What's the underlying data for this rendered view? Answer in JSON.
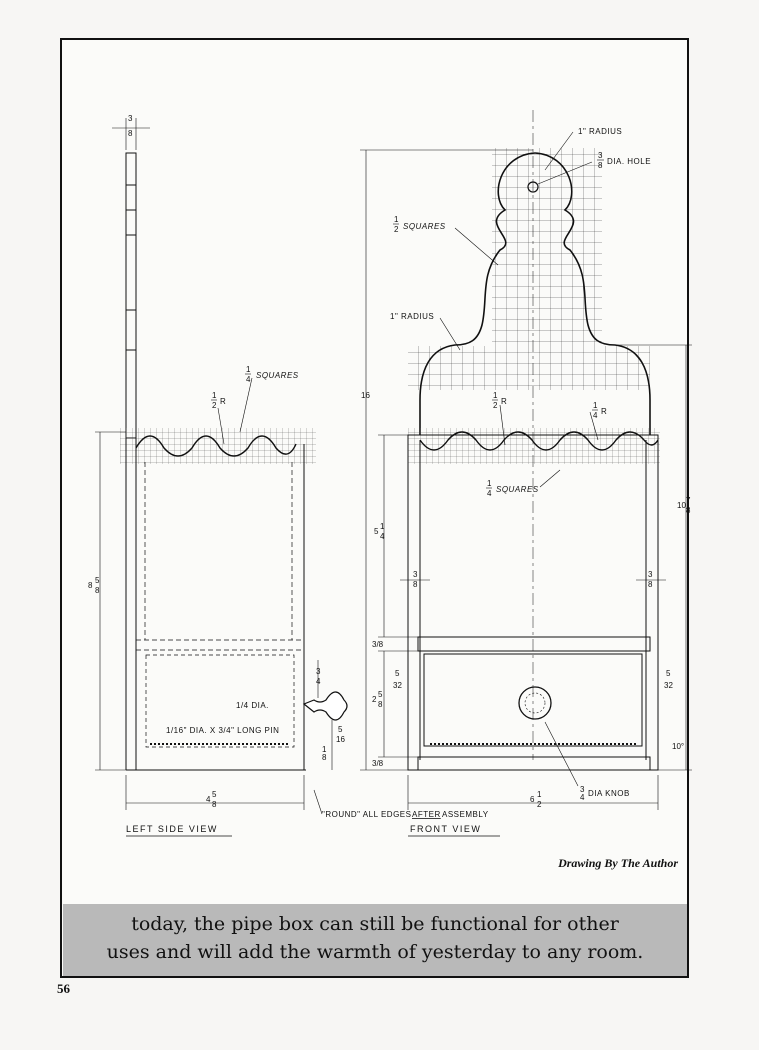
{
  "views": {
    "left_title": "LEFT SIDE VIEW",
    "front_title": "FRONT VIEW"
  },
  "labels": {
    "one_inch_radius_top": "1\" RADIUS",
    "dia_hole": "DIA. HOLE",
    "half_squares": "SQUARES",
    "one_inch_radius_mid": "1\" RADIUS",
    "quarter_squares_left": "SQUARES",
    "quarter_squares_front": "SQUARES",
    "quarter_dia": "1/4 DIA.",
    "long_pin": "1/16\" DIA. X 3/4\" LONG PIN",
    "round_edges_pre": "\"ROUND\" ALL EDGES",
    "round_edges_after": "AFTER",
    "round_edges_post": "ASSEMBLY",
    "dia_knob": "DIA KNOB",
    "radius_r_left": "R",
    "radius_r_front1": "R",
    "radius_r_front2": "R"
  },
  "dims": {
    "three_eighths": "3/8",
    "three_eighths_b": "3/8",
    "sixteen": "16",
    "five_thirtyseconds_l": "5",
    "five_thirtyseconds_r": "5",
    "ten_deg": "10°"
  },
  "credit": "Drawing By The Author",
  "caption_line1": "today, the pipe box can still be functional for other",
  "caption_line2": "uses and will add the warmth of yesterday to any room.",
  "page_number": "56"
}
